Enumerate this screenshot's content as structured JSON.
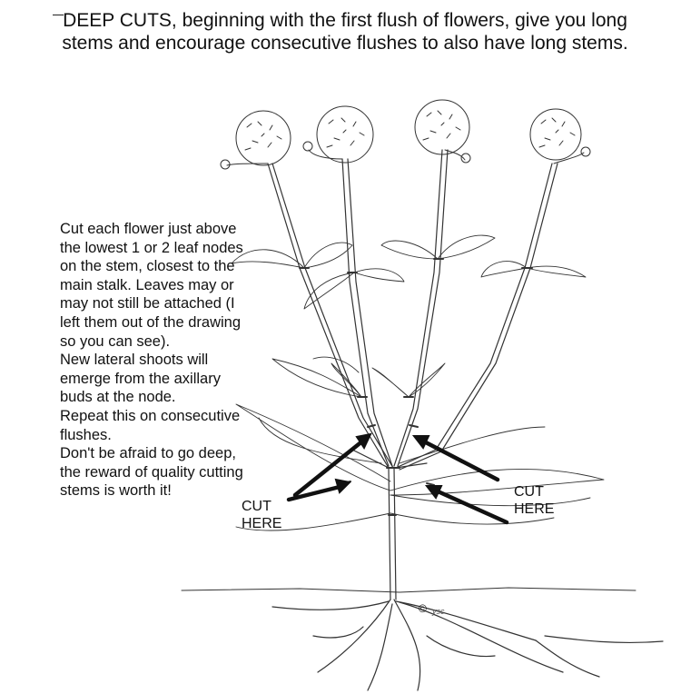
{
  "title": "DEEP CUTS, beginning with the first flush of flowers, give you long stems and encourage consecutive flushes to also have long stems.",
  "instructions": [
    "Cut each flower just above the lowest 1 or 2 leaf nodes on the stem, closest to the main stalk. Leaves may or may not still be attached (I left them out of the drawing so you can see).",
    "New lateral shoots will emerge from the axillary buds at the node.",
    "Repeat this on consecutive flushes.",
    "Don't be afraid to go deep, the reward of quality cutting stems is worth it!"
  ],
  "labels": {
    "cut_left": "CUT HERE",
    "cut_right": "CUT HERE"
  },
  "signature": {
    "copyright": "©",
    "initials": "ysc"
  },
  "icons": [
    "flower-head-icon",
    "leaf-icon",
    "arrow-icon",
    "root-icon"
  ]
}
